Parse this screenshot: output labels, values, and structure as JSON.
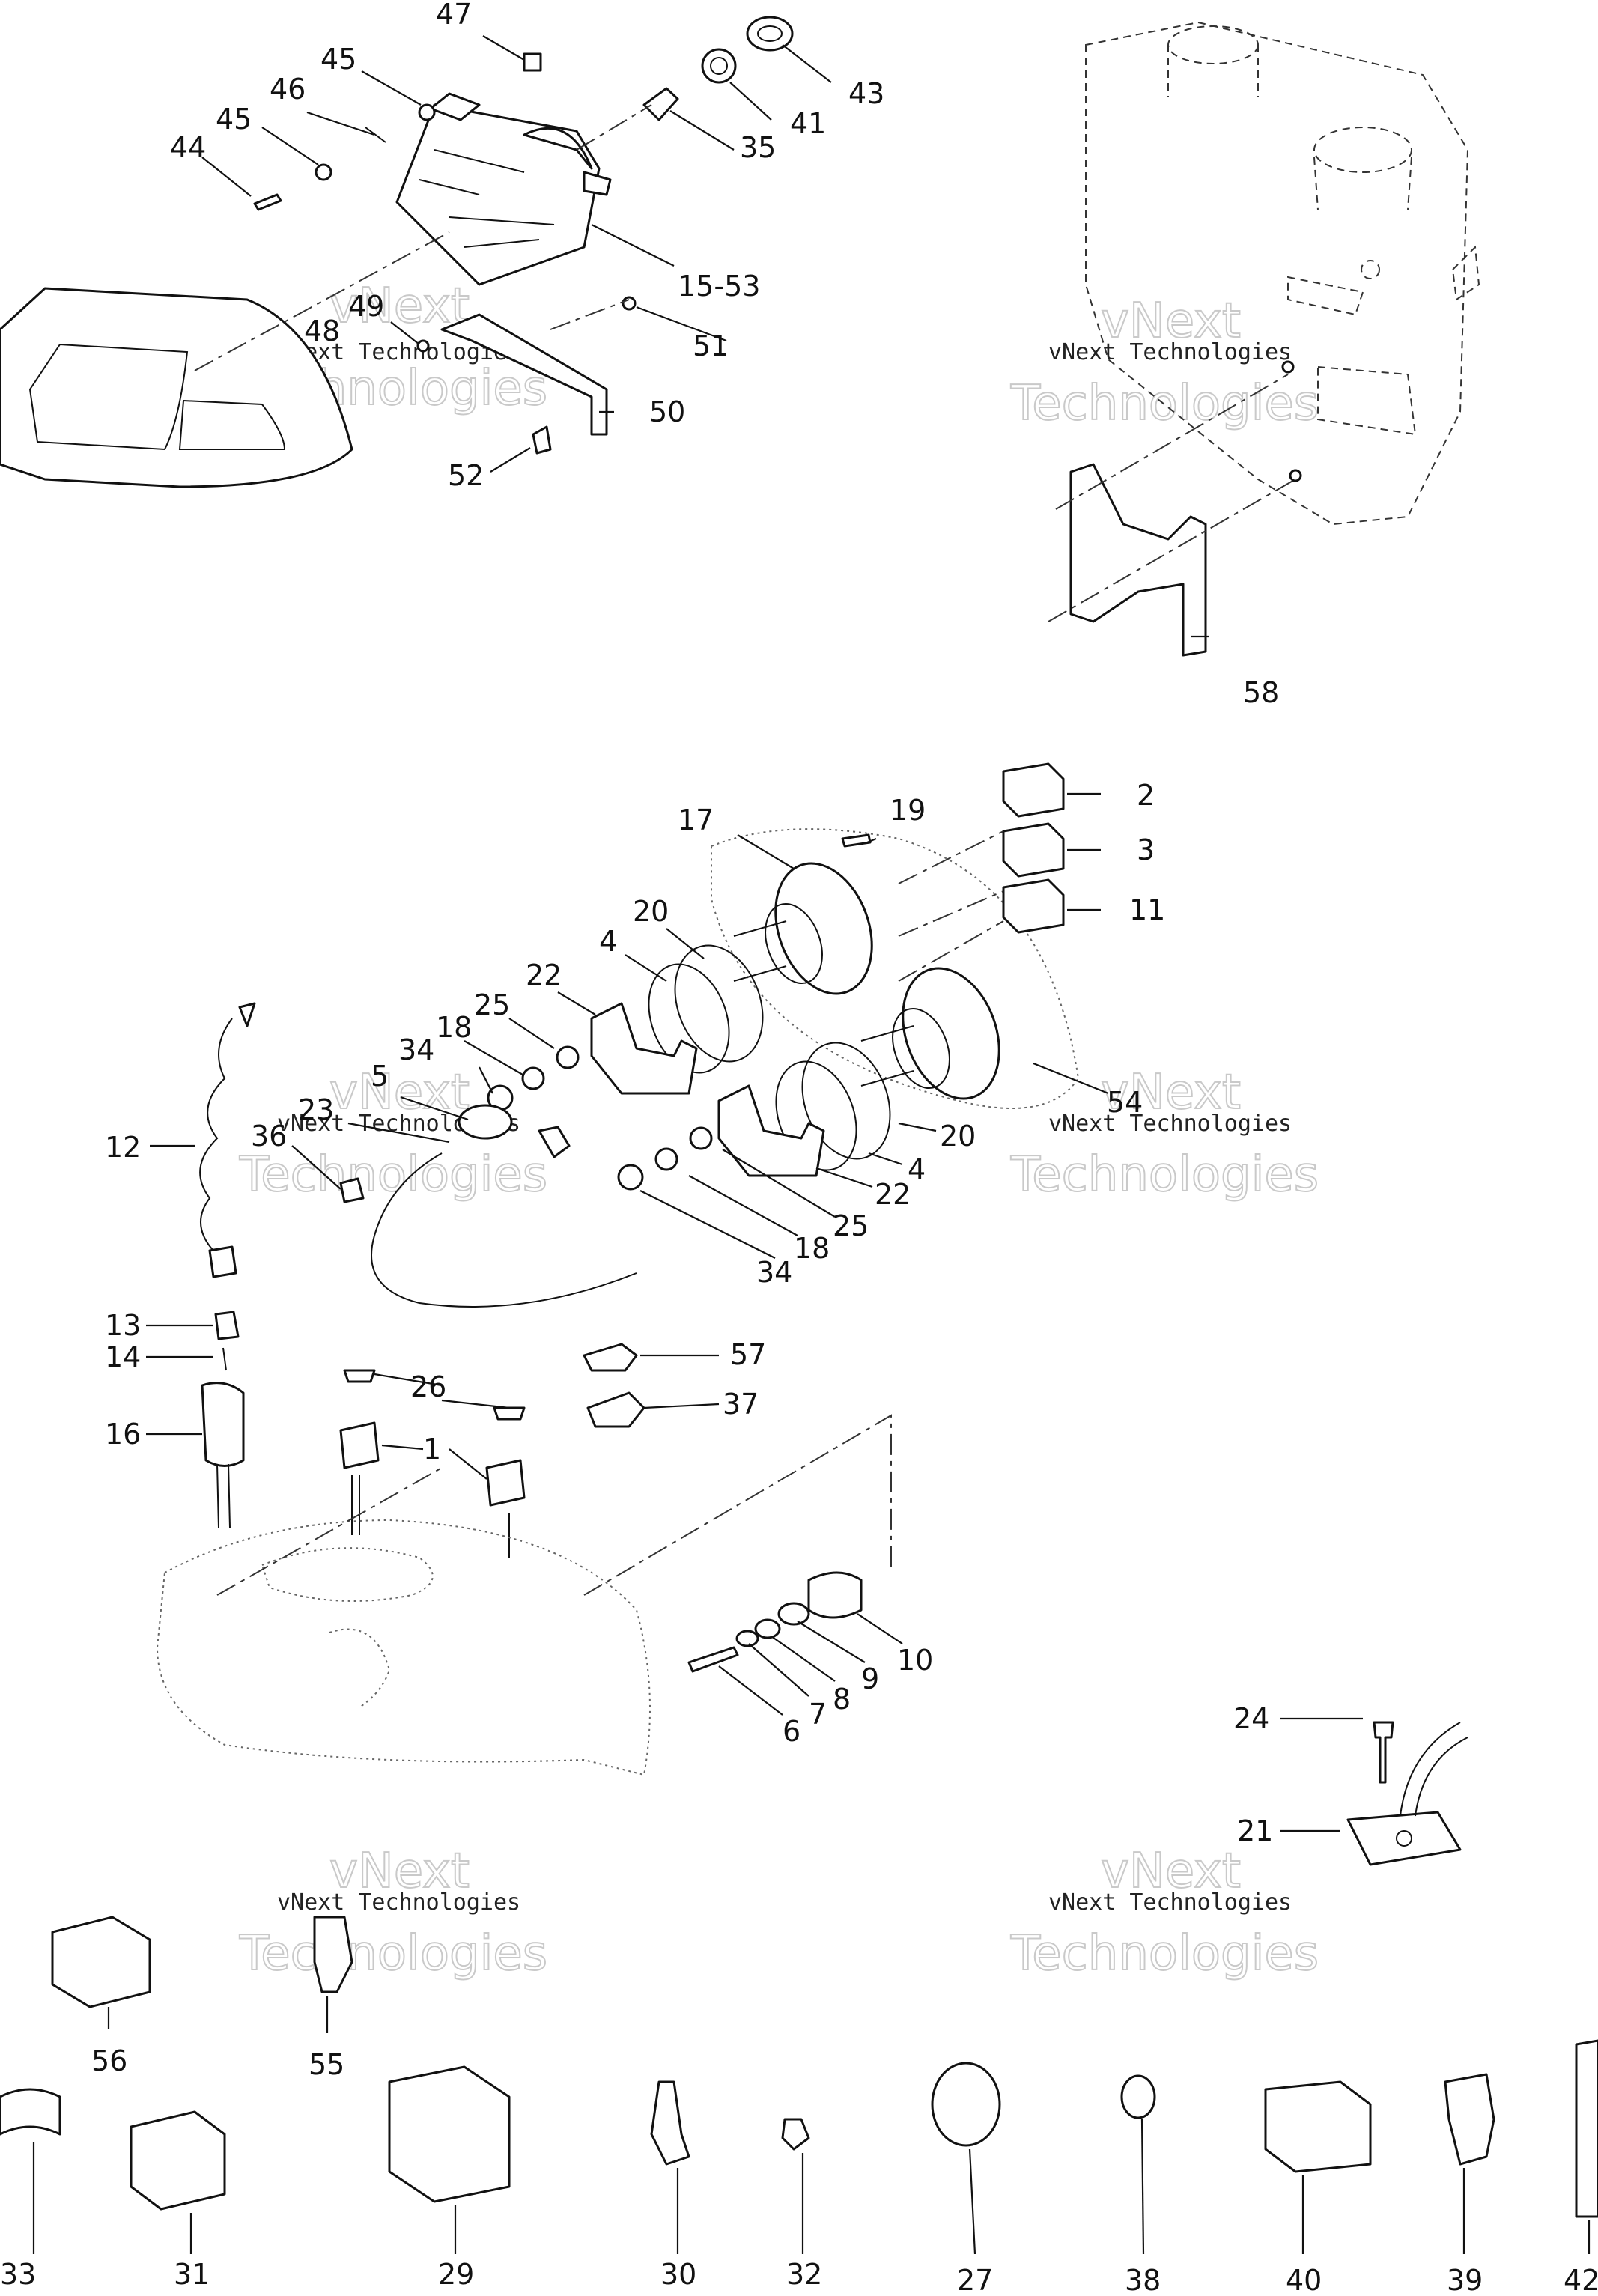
{
  "watermark": {
    "line1": "vNext Technologies",
    "line2": "Technologies",
    "line3": "vNext"
  },
  "callouts": [
    "47",
    "45",
    "46",
    "45",
    "44",
    "43",
    "41",
    "35",
    "15-53",
    "49",
    "48",
    "51",
    "50",
    "52",
    "58",
    "2",
    "19",
    "17",
    "3",
    "11",
    "20",
    "4",
    "22",
    "25",
    "18",
    "34",
    "5",
    "23",
    "36",
    "12",
    "54",
    "20",
    "4",
    "22",
    "25",
    "18",
    "34",
    "13",
    "14",
    "16",
    "57",
    "37",
    "26",
    "1",
    "10",
    "9",
    "8",
    "7",
    "6",
    "24",
    "21",
    "56",
    "55",
    "33",
    "31",
    "29",
    "30",
    "32",
    "27",
    "38",
    "40",
    "39",
    "42"
  ]
}
